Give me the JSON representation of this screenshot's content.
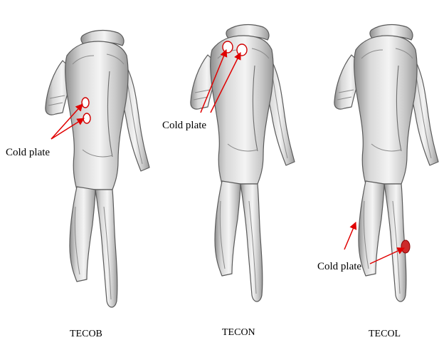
{
  "figure": {
    "callout_label": "Cold plate",
    "suits": [
      {
        "caption": "TECOB",
        "cold_plate_location": "lower back"
      },
      {
        "caption": "TECON",
        "cold_plate_location": "neck / upper back"
      },
      {
        "caption": "TECOL",
        "cold_plate_location": "lower leg"
      }
    ]
  }
}
